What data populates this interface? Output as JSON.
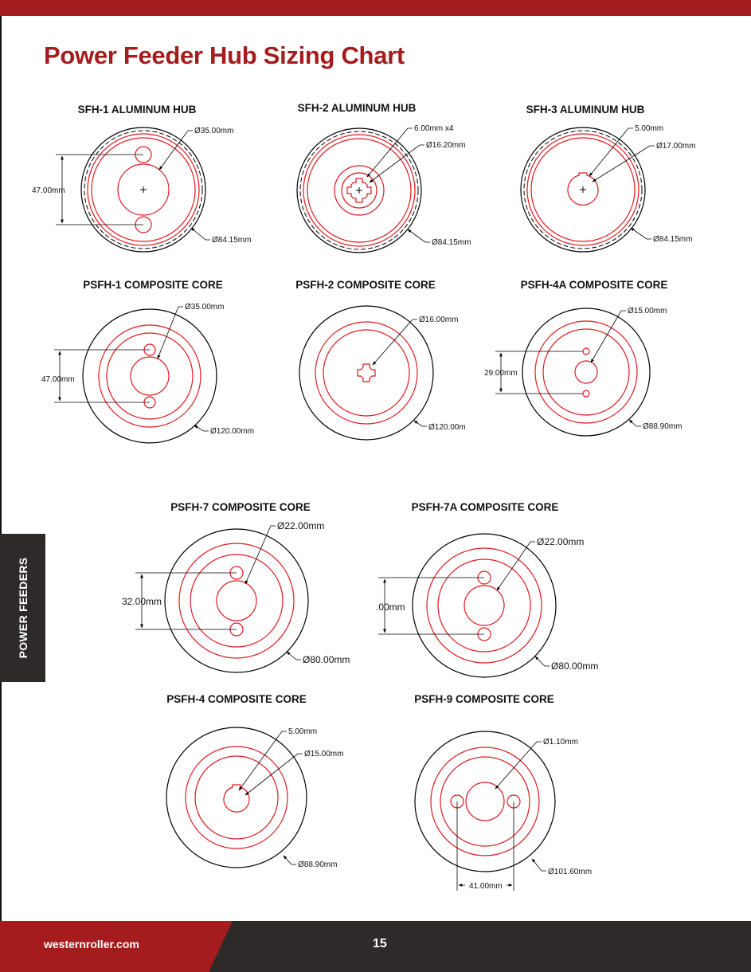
{
  "page": {
    "title": "Power Feeder Hub Sizing Chart",
    "side_tab": "POWER FEEDERS",
    "footer_url": "westernroller.com",
    "page_number": "15"
  },
  "colors": {
    "brand_red": "#a51c1e",
    "dark": "#2d2a29",
    "drawing_red": "#e0191f"
  },
  "diagrams": {
    "sfh1": {
      "title": "SFH-1 ALUMINUM HUB",
      "label_bore": "Ø35.00mm",
      "label_outer": "Ø84.15mm",
      "label_spacing": "47.00mm"
    },
    "sfh2": {
      "title": "SFH-2 ALUMINUM HUB",
      "label_key": "6.00mm x4",
      "label_bore": "Ø16.20mm",
      "label_outer": "Ø84.15mm"
    },
    "sfh3": {
      "title": "SFH-3 ALUMINUM HUB",
      "label_key": "5.00mm",
      "label_bore": "Ø17.00mm",
      "label_outer": "Ø84.15mm"
    },
    "psfh1": {
      "title": "PSFH-1 COMPOSITE CORE",
      "label_bore": "Ø35.00mm",
      "label_outer": "Ø120.00mm",
      "label_spacing": "47.00mm"
    },
    "psfh2": {
      "title": "PSFH-2 COMPOSITE CORE",
      "label_bore": "Ø16.00mm",
      "label_outer": "Ø120.00m"
    },
    "psfh4a": {
      "title": "PSFH-4A COMPOSITE CORE",
      "label_bore": "Ø15.00mm",
      "label_outer": "Ø88.90mm",
      "label_spacing": "29.00mm"
    },
    "psfh7": {
      "title": "PSFH-7 COMPOSITE CORE",
      "label_bore": "Ø22.00mm",
      "label_outer": "Ø80.00mm",
      "label_spacing": "32.00mm"
    },
    "psfh7a": {
      "title": "PSFH-7A COMPOSITE CORE",
      "label_bore": "Ø22.00mm",
      "label_outer": "Ø80.00mm",
      "label_spacing": ".00mm"
    },
    "psfh4": {
      "title": "PSFH-4 COMPOSITE CORE",
      "label_key": "5.00mm",
      "label_bore": "Ø15.00mm",
      "label_outer": "Ø88.90mm"
    },
    "psfh9": {
      "title": "PSFH-9 COMPOSITE CORE",
      "label_hole": "Ø1.10mm",
      "label_outer": "Ø101.60mm",
      "label_spacing": "41.00mm"
    }
  }
}
